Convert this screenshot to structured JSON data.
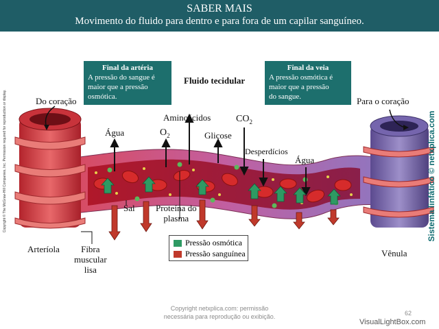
{
  "header": {
    "title": "SABER MAIS",
    "subtitle": "Movimento do fluido para dentro e para fora de um capilar sanguíneo."
  },
  "boxes": {
    "artery": {
      "title": "Final da artéria",
      "lines": [
        "A pressão do sangue é",
        "maior que a pressão",
        "osmótica."
      ]
    },
    "vein": {
      "title": "Final da veia",
      "lines": [
        "A pressão osmótica é",
        "maior que a pressão",
        "do sangue."
      ]
    }
  },
  "labels": {
    "tissue_fluid": "Fluido tecidular",
    "from_heart": "Do coração",
    "to_heart": "Para o coração",
    "water_left": "Água",
    "o2": "O",
    "o2_sub": "2",
    "amino": "Aminoácidos",
    "glucose": "Glicose",
    "co2": "CO",
    "co2_sub": "2",
    "waste": "Desperdícios",
    "water_right": "Água",
    "salt": "Sal",
    "plasma_protein_1": "Proteína do",
    "plasma_protein_2": "plasma",
    "arteriole": "Arteríola",
    "muscle_fiber_1": "Fibra",
    "muscle_fiber_2": "muscular",
    "muscle_fiber_3": "lisa",
    "venule": "Vênula"
  },
  "legend": {
    "osmotic": {
      "label": "Pressão osmótica",
      "color": "#2e9a63"
    },
    "blood": {
      "label": "Pressão sanguínea",
      "color": "#c0392b"
    }
  },
  "side_copyright": "Copyright © The McGraw-Hill Companies, Inc. Permission required for reproduction or display.",
  "side_brand": "Sistema linfático © netxplica.com",
  "footer": {
    "line1": "Copyright netxplica.com: permissão",
    "line2": "necessária para reprodução ou exibição."
  },
  "page_number": "62",
  "watermark": "VisualLightBox.com"
}
